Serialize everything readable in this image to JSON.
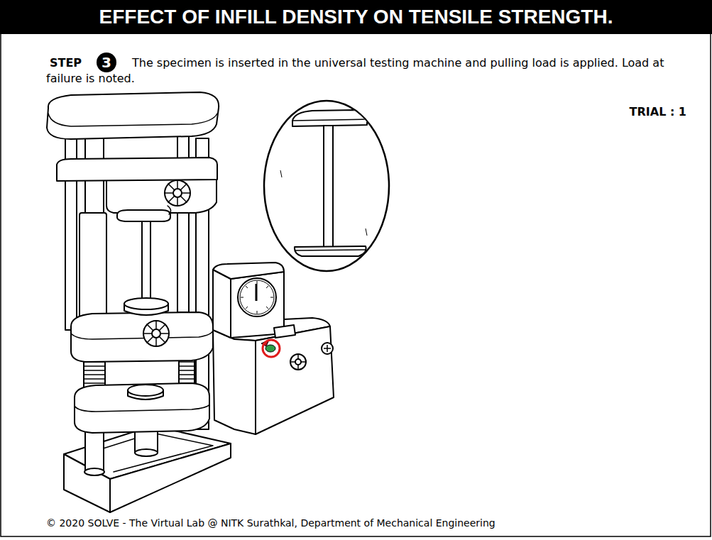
{
  "diagram": {
    "title": "EFFECT OF INFILL DENSITY ON TENSILE STRENGTH.",
    "nodes": [
      {
        "text": [
          "3"
        ]
      }
    ],
    "labels": [
      "STEP",
      "The specimen is inserted in the universal testing machine and pulling load is applied. Load at failure is noted.",
      "TRIAL : 1",
      "© 2020 SOLVE - The Virtual Lab @ NITK Surathkal, Department of Mechanical Engineering"
    ]
  }
}
